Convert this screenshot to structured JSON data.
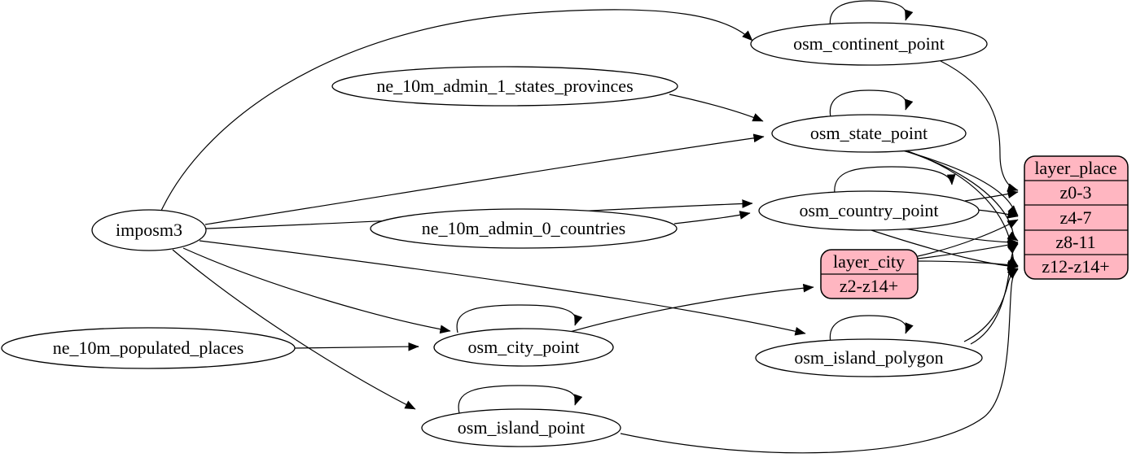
{
  "diagram": {
    "kind": "etl-graph",
    "colors": {
      "background": "#ffffff",
      "table_fill": "#ffffff",
      "layer_fill": "#ffb6c1",
      "stroke": "#000000"
    },
    "tables": {
      "imposm3": "imposm3",
      "ne_10m_admin_1_states_provinces": "ne_10m_admin_1_states_provinces",
      "ne_10m_admin_0_countries": "ne_10m_admin_0_countries",
      "ne_10m_populated_places": "ne_10m_populated_places",
      "osm_continent_point": "osm_continent_point",
      "osm_state_point": "osm_state_point",
      "osm_country_point": "osm_country_point",
      "osm_city_point": "osm_city_point",
      "osm_island_polygon": "osm_island_polygon",
      "osm_island_point": "osm_island_point"
    },
    "layers": {
      "layer_city": {
        "title": "layer_city",
        "zoom_rows": [
          "z2-z14+"
        ]
      },
      "layer_place": {
        "title": "layer_place",
        "zoom_rows": [
          "z0-3",
          "z4-7",
          "z8-11",
          "z12-z14+"
        ]
      }
    },
    "edges": [
      {
        "from": "imposm3",
        "to": "osm_continent_point"
      },
      {
        "from": "imposm3",
        "to": "osm_state_point"
      },
      {
        "from": "imposm3",
        "to": "osm_country_point"
      },
      {
        "from": "imposm3",
        "to": "osm_city_point"
      },
      {
        "from": "imposm3",
        "to": "osm_island_polygon"
      },
      {
        "from": "imposm3",
        "to": "osm_island_point"
      },
      {
        "from": "ne_10m_admin_1_states_provinces",
        "to": "osm_state_point"
      },
      {
        "from": "ne_10m_admin_0_countries",
        "to": "osm_country_point"
      },
      {
        "from": "ne_10m_populated_places",
        "to": "osm_city_point"
      },
      {
        "from": "osm_continent_point",
        "to": "osm_continent_point"
      },
      {
        "from": "osm_state_point",
        "to": "osm_state_point"
      },
      {
        "from": "osm_country_point",
        "to": "osm_country_point"
      },
      {
        "from": "osm_city_point",
        "to": "osm_city_point"
      },
      {
        "from": "osm_island_polygon",
        "to": "osm_island_polygon"
      },
      {
        "from": "osm_island_point",
        "to": "osm_island_point"
      },
      {
        "from": "osm_continent_point",
        "to": "layer_place:z0-3"
      },
      {
        "from": "osm_country_point",
        "to": "layer_place:z0-3"
      },
      {
        "from": "osm_country_point",
        "to": "layer_place:z4-7"
      },
      {
        "from": "osm_country_point",
        "to": "layer_place:z8-11"
      },
      {
        "from": "osm_country_point",
        "to": "layer_place:z12-z14+"
      },
      {
        "from": "osm_state_point",
        "to": "layer_place:z4-7"
      },
      {
        "from": "osm_state_point",
        "to": "layer_place:z8-11"
      },
      {
        "from": "osm_state_point",
        "to": "layer_place:z12-z14+"
      },
      {
        "from": "osm_city_point",
        "to": "layer_city:z2-z14+"
      },
      {
        "from": "layer_city",
        "to": "layer_place:z4-7"
      },
      {
        "from": "layer_city",
        "to": "layer_place:z8-11"
      },
      {
        "from": "layer_city",
        "to": "layer_place:z12-z14+"
      },
      {
        "from": "osm_island_polygon",
        "to": "layer_place:z8-11"
      },
      {
        "from": "osm_island_polygon",
        "to": "layer_place:z12-z14+"
      },
      {
        "from": "osm_island_point",
        "to": "layer_place:z12-z14+"
      }
    ]
  }
}
